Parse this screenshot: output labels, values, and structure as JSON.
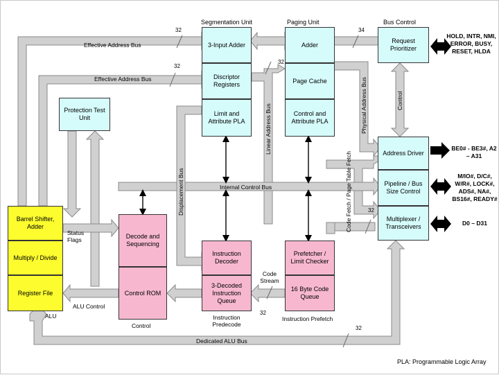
{
  "units": {
    "segmentation": "Segmentation Unit",
    "paging": "Paging Unit",
    "bus_control": "Bus Control"
  },
  "blocks": {
    "three_input_adder": "3-Input Adder",
    "descriptor_registers": "Discriptor Registers",
    "limit_attribute_pla": "Limit and Attribute PLA",
    "paging_adder": "Adder",
    "page_cache": "Page Cache",
    "control_attribute_pla": "Control and Attribute PLA",
    "request_prioritizer": "Request Prioritizer",
    "address_driver": "Address Driver",
    "pipeline_bus_size_control": "Pipeline / Bus Size Control",
    "multiplexer_transceivers": "Multiplexer / Transceivers",
    "protection_test_unit": "Protection Test Unit",
    "barrel_shifter_adder": "Barrel Shifter, Adder",
    "multiply_divide": "Multiply / Divide",
    "register_file": "Register File",
    "decode_sequencing": "Decode and Sequencing",
    "control_rom": "Control ROM",
    "instruction_decoder": "Instruction Decoder",
    "decoded_instruction_queue": "3-Decoded Instruction Queue",
    "prefetcher_limit_checker": "Prefetcher / Limit Checker",
    "code_queue": "16 Byte Code Queue"
  },
  "buses": {
    "effective_address_bus_1": "Effective Address Bus",
    "effective_address_bus_2": "Effective Address Bus",
    "internal_control_bus": "Internal Control Bus",
    "dedicated_alu_bus": "Dedicated ALU Bus",
    "displacement_bus": "Displacement Bus",
    "linear_address_bus": "Linear Address Bus",
    "physical_address_bus": "Physical Address Bus",
    "code_fetch_page_table_fetch": "Code Fetch / Page Table Fetch",
    "control": "Control"
  },
  "labels": {
    "status_flags": "Status Flags",
    "alu_control": "ALU Control",
    "alu": "ALU",
    "control": "Control",
    "instruction_predecode": "Instruction Predecode",
    "instruction_prefetch": "Instruction Prefetch",
    "code_stream": "Code Stream"
  },
  "widths": {
    "top_32": "32",
    "top_34": "34",
    "second_32": "32",
    "linear_32": "32",
    "mux_32": "32",
    "code_32": "32",
    "dedicated_32": "32"
  },
  "signals": {
    "request": "HOLD, INTR, NMI, ERROR, BUSY, RESET, HLDA",
    "address": "BE0# - BE3#, A2 – A31",
    "pipeline": "M/IO#, D/C#, W/R#, LOCK#, ADS#, NA#, BS16#, READY#",
    "data": "D0 – D31"
  },
  "footnote": "PLA: Programmable Logic Array",
  "colors": {
    "bus_fill": "#d0d0d0",
    "bus_stroke": "#8a8a8a",
    "cyan_block": "#d6fbfb",
    "pink_block": "#f7b8cf",
    "yellow_block": "#fcfc2e"
  }
}
